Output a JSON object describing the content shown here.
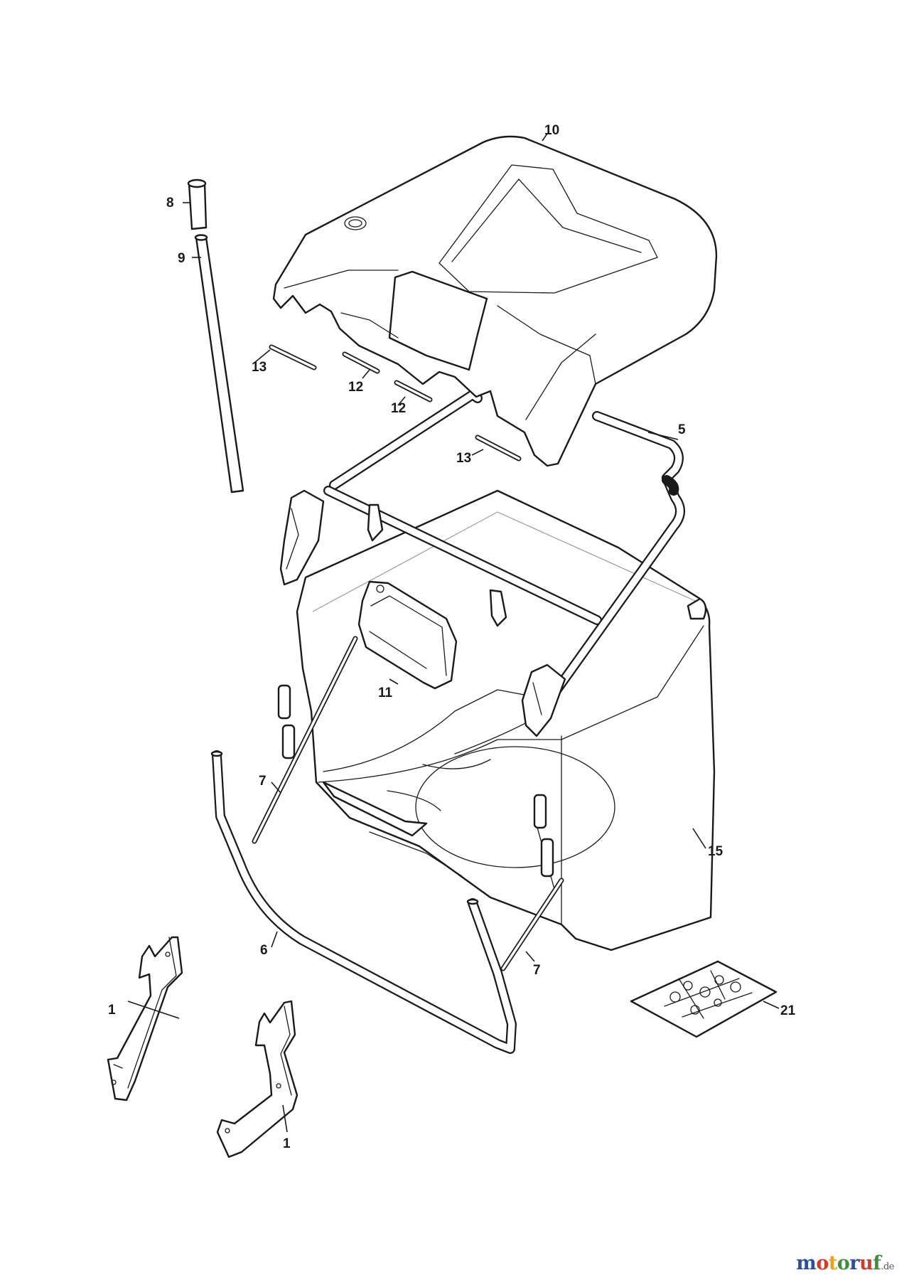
{
  "callouts": {
    "c1a": "1",
    "c1b": "1",
    "c5": "5",
    "c6": "6",
    "c7a": "7",
    "c7b": "7",
    "c8": "8",
    "c9": "9",
    "c10": "10",
    "c11": "11",
    "c12a": "12",
    "c12b": "12",
    "c13a": "13",
    "c13b": "13",
    "c15": "15",
    "c21": "21"
  },
  "watermark": {
    "letters": [
      "m",
      "o",
      "t",
      "o",
      "r",
      "u",
      "f"
    ],
    "tld": ".de",
    "colors": [
      "#2d4f9a",
      "#d23a2a",
      "#e9a21f",
      "#3f8f3a",
      "#2d4f9a",
      "#d23a2a",
      "#3f8f3a"
    ]
  }
}
